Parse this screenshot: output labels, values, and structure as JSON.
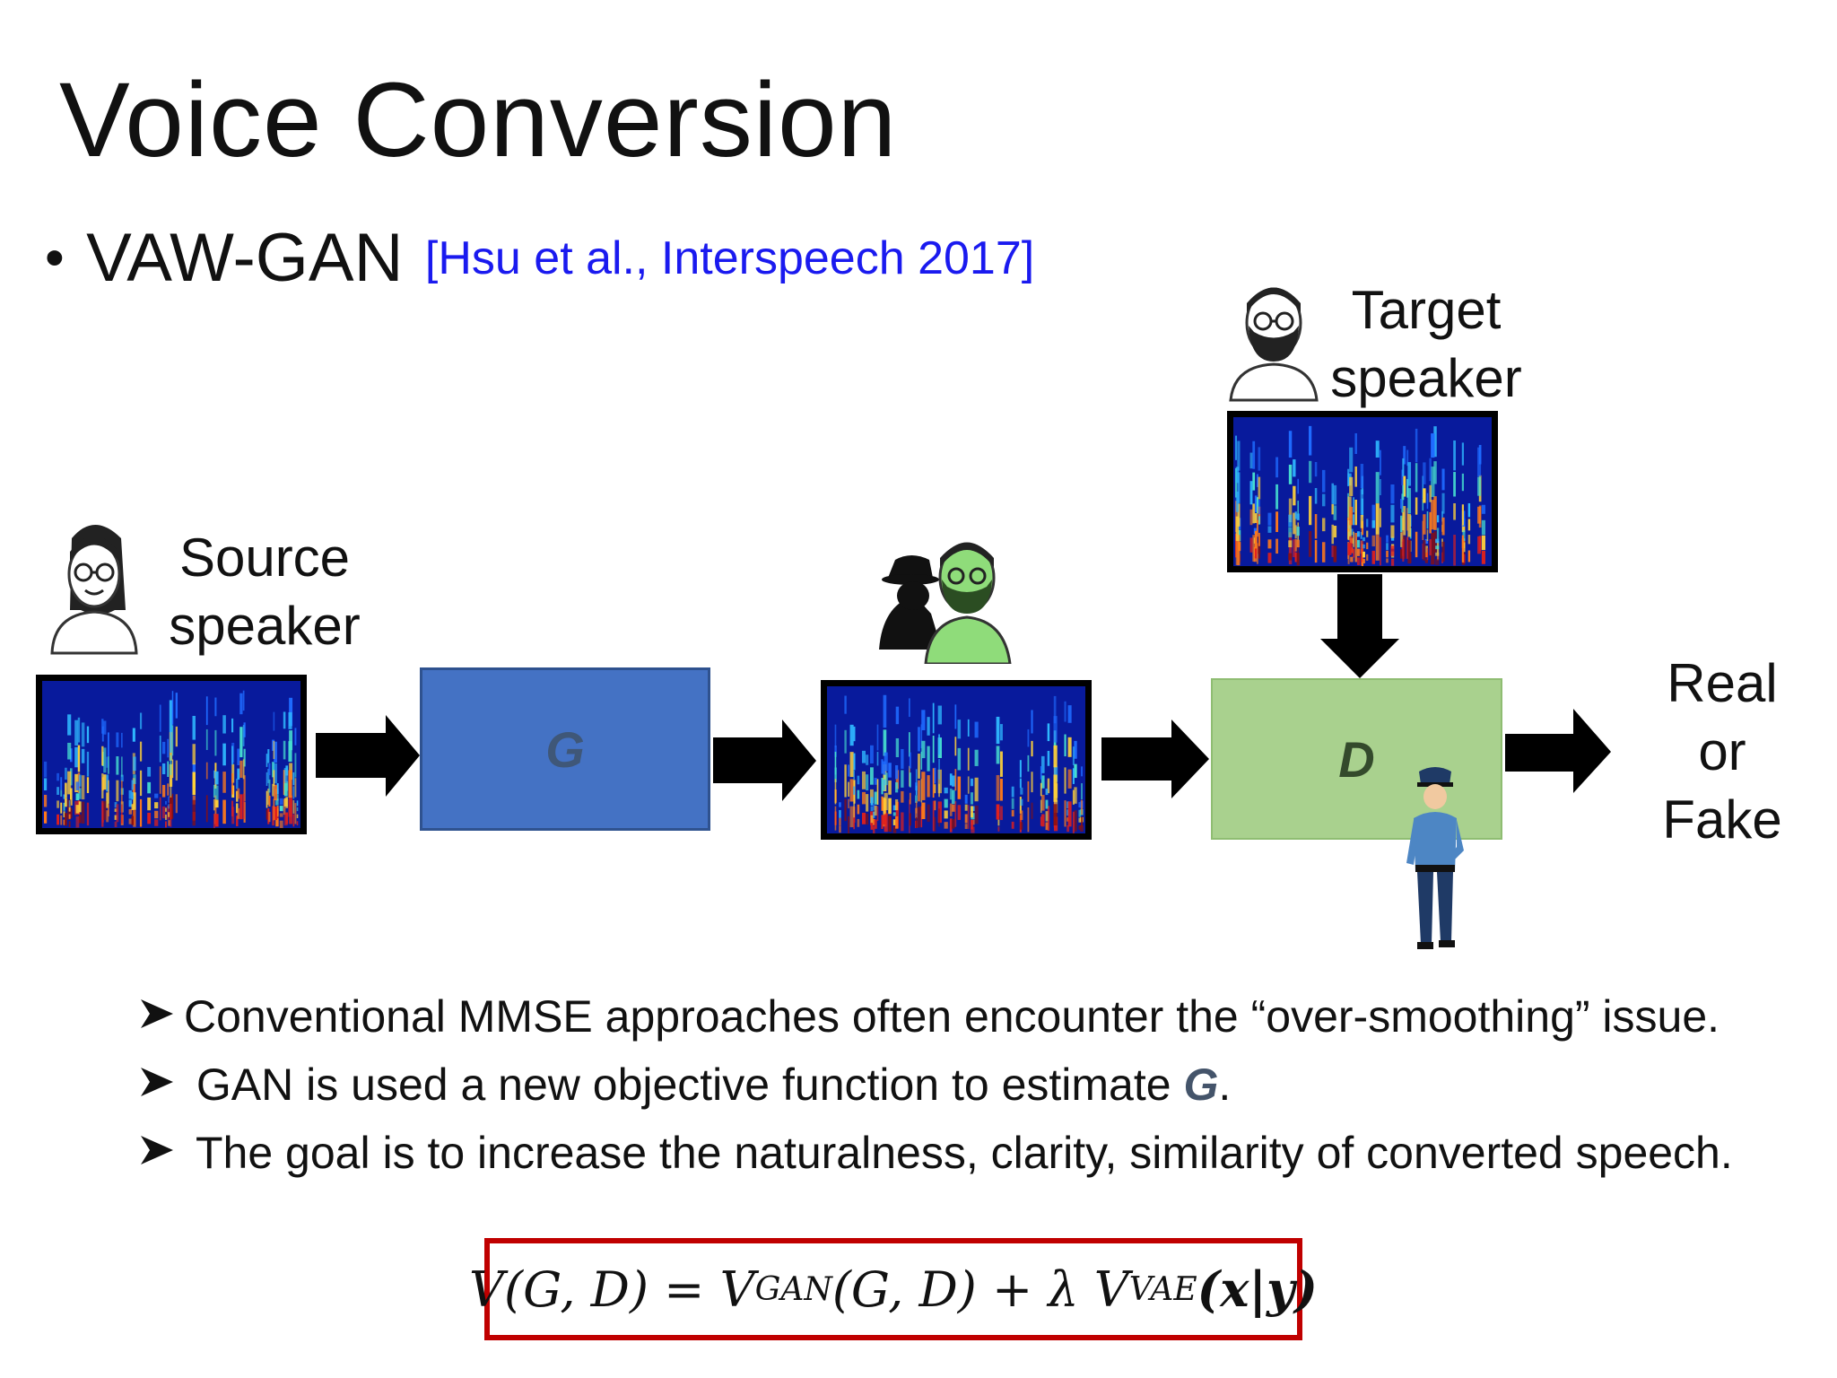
{
  "slide": {
    "title": "Voice Conversion",
    "bullet": "•",
    "bullet_main": "VAW-GAN",
    "citation": "[Hsu et al., Interspeech 2017]"
  },
  "diagram": {
    "source_label_1": "Source",
    "source_label_2": "speaker",
    "target_label_1": "Target",
    "target_label_2": "speaker",
    "generator": "G",
    "discriminator": "D",
    "output_1": "Real",
    "output_2": "or",
    "output_3": "Fake",
    "generator_color": "#4472c4",
    "discriminator_color": "#a9d18e",
    "arrow_color": "#000000",
    "spectrogram_bg": "#081a9c"
  },
  "points": [
    "Conventional MMSE approaches often encounter the “over-smoothing” issue.",
    " GAN is used a new objective function to estimate ",
    " The goal is to increase the naturalness, clarity, similarity of converted speech."
  ],
  "points_suffix": {
    "symbol": "G",
    "period": "."
  },
  "formula": {
    "lhs": "V(G, D) = V",
    "gan_sub": "GAN",
    "mid": "(G, D) + λ V",
    "vae_sub": "VAE",
    "rhs": "(x|y)"
  }
}
